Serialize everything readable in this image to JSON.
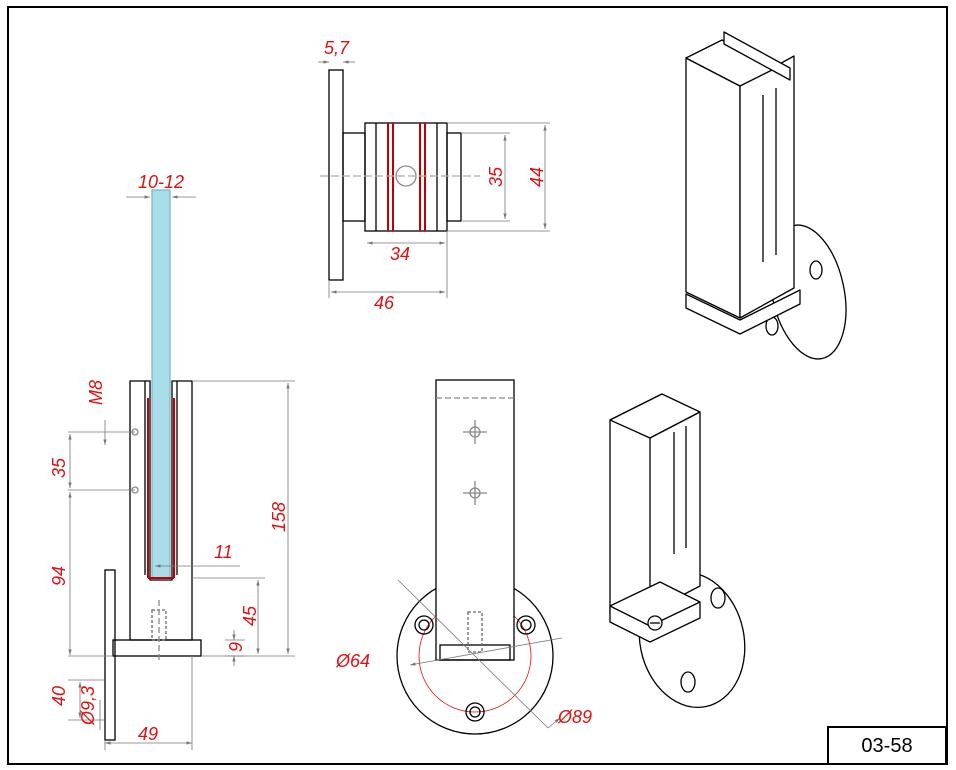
{
  "drawing": {
    "number": "03-58",
    "colors": {
      "outline": "#000000",
      "dimension": "#e01010",
      "glass": "#a8dde9",
      "gasket": "#c00000"
    }
  },
  "dimensions": {
    "glass_thickness": "10-12",
    "thread": "M8",
    "bolt_spacing": "35",
    "height_to_bolt": "94",
    "flange_offset": "40",
    "hole_diameter": "Ø9,3",
    "projection": "49",
    "total_height": "158",
    "slot_bottom": "11",
    "lower_height": "45",
    "base_thickness": "9",
    "flange_plate": "5,7",
    "inner_height": "35",
    "outer_height": "44",
    "body_width": "34",
    "overall_depth": "46",
    "pcd": "Ø64",
    "flange_diameter": "Ø89"
  }
}
